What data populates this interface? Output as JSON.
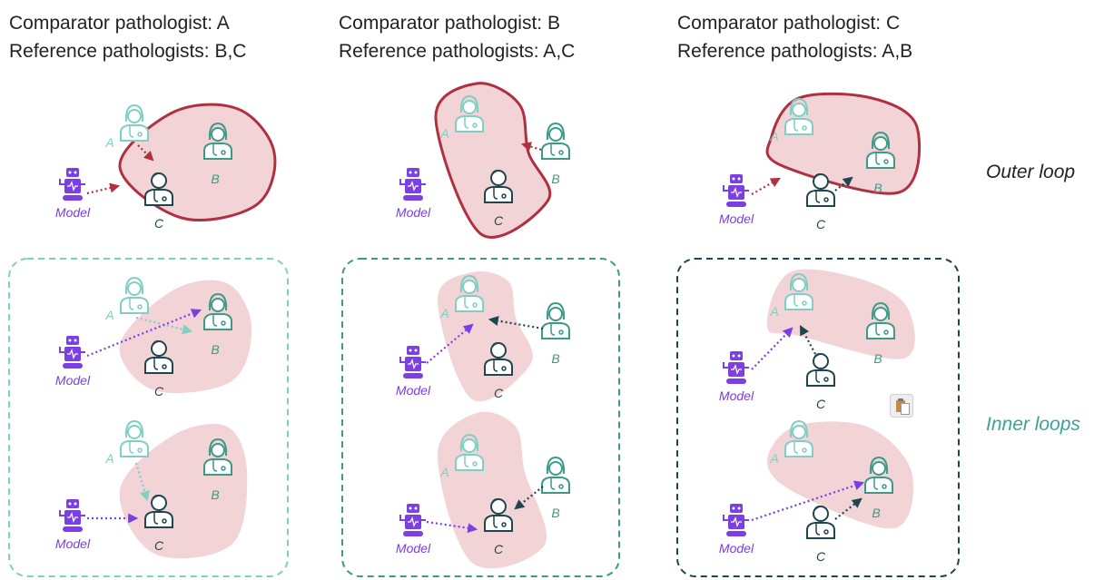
{
  "headers": [
    {
      "comparator": "Comparator pathologist: A",
      "reference": "Reference pathologists: B,C"
    },
    {
      "comparator": "Comparator pathologist: B",
      "reference": "Reference pathologists: A,C"
    },
    {
      "comparator": "Comparator pathologist: C",
      "reference": "Reference pathologists: A,B"
    }
  ],
  "row_labels": {
    "outer": "Outer loop",
    "inner": "Inner loops"
  },
  "node_labels": {
    "a": "A",
    "b": "B",
    "c": "C",
    "model": "Model"
  },
  "colors": {
    "outer_outline": "#b03040",
    "blob_fill": "#f2d3d6",
    "model": "#7b3fe4",
    "light_teal": "#7fcfc5",
    "mid_teal": "#3b9a88",
    "dark_navy": "#1f4550",
    "inner_label": "#3aa396",
    "outer_label": "#222222"
  },
  "icons": {
    "doctor": "doctor-icon",
    "model": "robot-icon",
    "extra": "clipboard-icon"
  }
}
